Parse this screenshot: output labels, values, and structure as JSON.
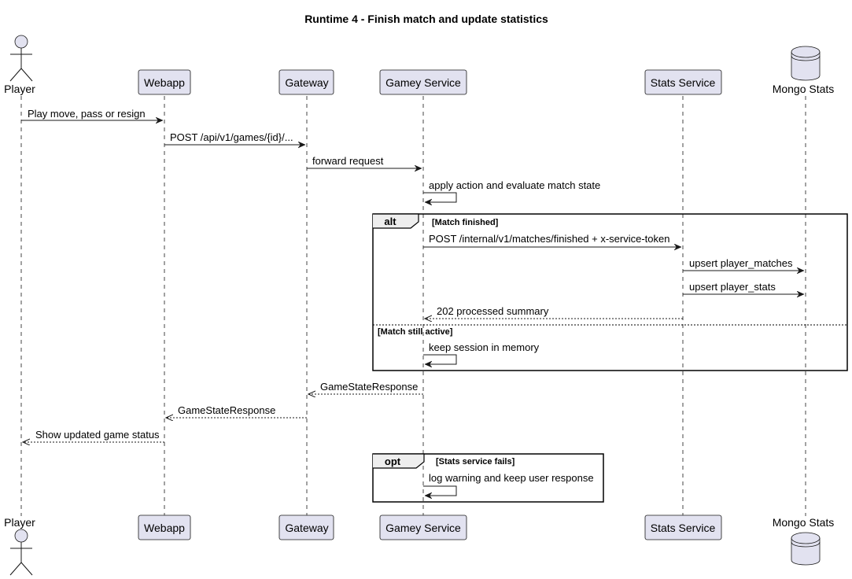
{
  "title": "Runtime 4 - Finish match and update statistics",
  "participants": [
    {
      "id": "player",
      "label": "Player",
      "kind": "actor"
    },
    {
      "id": "webapp",
      "label": "Webapp",
      "kind": "participant"
    },
    {
      "id": "gateway",
      "label": "Gateway",
      "kind": "participant"
    },
    {
      "id": "gamey",
      "label": "Gamey Service",
      "kind": "participant"
    },
    {
      "id": "stats",
      "label": "Stats Service",
      "kind": "participant"
    },
    {
      "id": "mongo",
      "label": "Mongo Stats",
      "kind": "database"
    }
  ],
  "messages": [
    {
      "from": "player",
      "to": "webapp",
      "label": "Play move, pass or resign",
      "style": "solid"
    },
    {
      "from": "webapp",
      "to": "gateway",
      "label": "POST /api/v1/games/{id}/...",
      "style": "solid"
    },
    {
      "from": "gateway",
      "to": "gamey",
      "label": "forward request",
      "style": "solid"
    },
    {
      "from": "gamey",
      "to": "gamey",
      "label": "apply action and evaluate match state",
      "style": "solid"
    },
    {
      "from": "gamey",
      "to": "stats",
      "label": "POST /internal/v1/matches/finished + x-service-token",
      "style": "solid"
    },
    {
      "from": "stats",
      "to": "mongo",
      "label": "upsert player_matches",
      "style": "solid"
    },
    {
      "from": "stats",
      "to": "mongo",
      "label": "upsert player_stats",
      "style": "solid"
    },
    {
      "from": "stats",
      "to": "gamey",
      "label": "202 processed summary",
      "style": "dashed"
    },
    {
      "from": "gamey",
      "to": "gamey",
      "label": "keep session in memory",
      "style": "solid"
    },
    {
      "from": "gamey",
      "to": "gateway",
      "label": "GameStateResponse",
      "style": "dashed"
    },
    {
      "from": "gateway",
      "to": "webapp",
      "label": "GameStateResponse",
      "style": "dashed"
    },
    {
      "from": "webapp",
      "to": "player",
      "label": "Show updated game status",
      "style": "dashed"
    },
    {
      "from": "gamey",
      "to": "gamey",
      "label": "log warning and keep user response",
      "style": "solid"
    }
  ],
  "fragments": [
    {
      "keyword": "alt",
      "guard": "[Match finished]",
      "else_guard": "[Match still active]"
    },
    {
      "keyword": "opt",
      "guard": "[Stats service fails]"
    }
  ]
}
